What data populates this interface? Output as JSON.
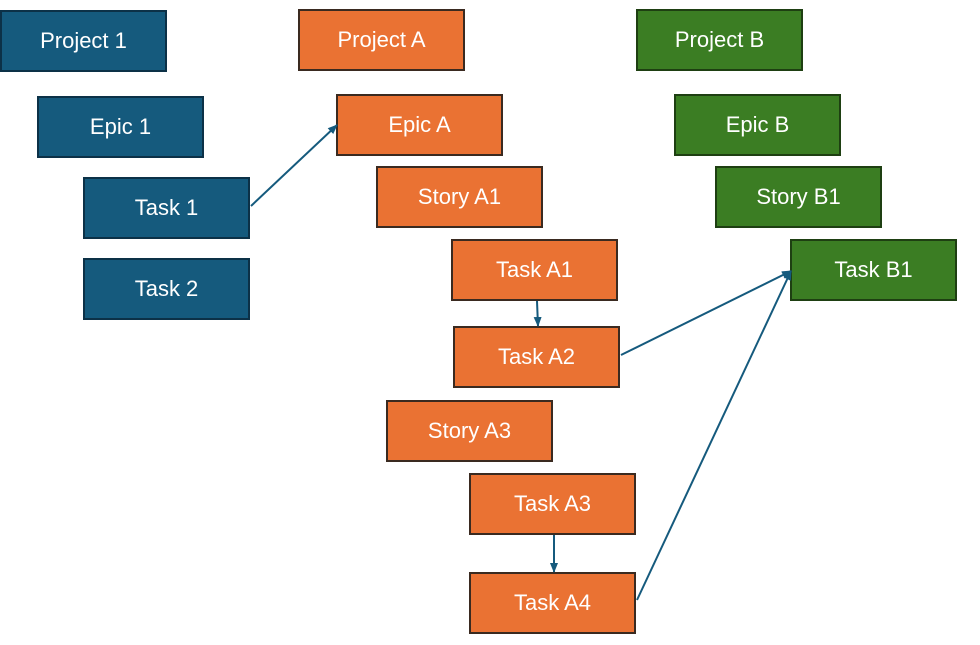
{
  "nodes": {
    "project_1": "Project 1",
    "epic_1": "Epic 1",
    "task_1": "Task 1",
    "task_2": "Task 2",
    "project_a": "Project A",
    "epic_a": "Epic A",
    "story_a1": "Story A1",
    "task_a1": "Task A1",
    "task_a2": "Task A2",
    "story_a3": "Story A3",
    "task_a3": "Task A3",
    "task_a4": "Task A4",
    "project_b": "Project B",
    "epic_b": "Epic B",
    "story_b1": "Story B1",
    "task_b1": "Task B1"
  },
  "colors": {
    "project_1_group": "#155a7d",
    "project_a_group": "#ea7233",
    "project_b_group": "#3b7d23",
    "arrow": "#155a7d"
  },
  "links": [
    {
      "from": "task_1",
      "to": "epic_a"
    },
    {
      "from": "task_a1",
      "to": "task_a2"
    },
    {
      "from": "task_a2",
      "to": "task_b1"
    },
    {
      "from": "task_a3",
      "to": "task_a4"
    },
    {
      "from": "task_a4",
      "to": "task_b1"
    }
  ]
}
